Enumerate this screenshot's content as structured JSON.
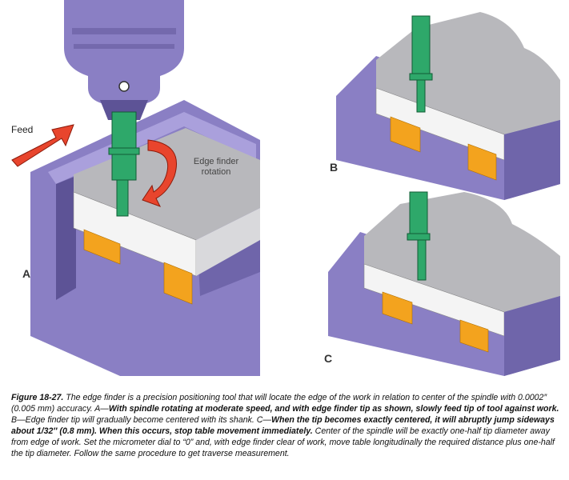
{
  "labels": {
    "feed": "Feed",
    "rotation_line1": "Edge finder",
    "rotation_line2": "rotation",
    "panel_a": "A",
    "panel_b": "B",
    "panel_c": "C"
  },
  "caption": {
    "figure_number": "Figure 18-27.",
    "part1": " The edge finder is a precision positioning tool that will locate the edge of the work in relation to center of the spindle with 0.0002″ (0.005 mm) accuracy. A—",
    "emph1": "With spindle rotating at moderate speed, and with edge finder tip as shown, slowly feed tip of tool against work.",
    "part2": " B—Edge finder tip will gradually become centered with its shank. C—",
    "emph2": "When the tip becomes exactly centered, it will abruptly jump sideways about 1/32″ (0.8 mm). When this occurs, stop table movement immediately.",
    "part3": " Center of the spindle will be exactly one-half tip diameter away from edge of work. Set the micrometer dial to “0” and, with edge finder clear of work, move table longitudinally the required distance plus one-half the tip diameter. Follow the same procedure to get traverse measurement."
  },
  "colors": {
    "vise": "#8a7fc4",
    "vise_dark": "#5d5396",
    "vise_light": "#aaa0dc",
    "work_top": "#b8b8bc",
    "work_front": "#f4f4f4",
    "parallel": "#f3a31e",
    "tool": "#2ea86a",
    "arrow": "#e8452d"
  }
}
